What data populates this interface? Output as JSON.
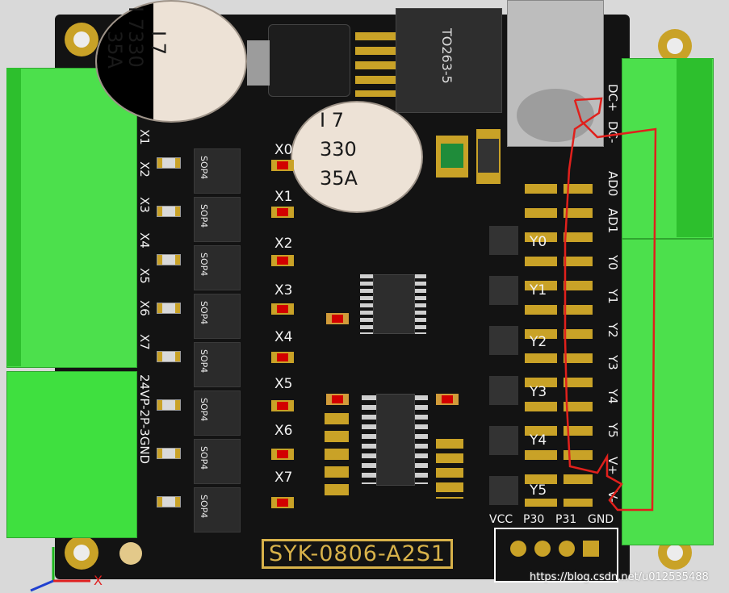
{
  "board": {
    "name": "SYK-0806-A2S1",
    "inputs": [
      "X0",
      "X1",
      "X2",
      "X3",
      "X4",
      "X5",
      "X6",
      "X7"
    ],
    "input_side_labels": [
      "X1",
      "X2",
      "X3",
      "X4",
      "X5",
      "X6",
      "X7"
    ],
    "power_side_label": "24VP-2P-3GND",
    "outputs": [
      "Y0",
      "Y1",
      "Y2",
      "Y3",
      "Y4",
      "Y5"
    ],
    "right_labels": [
      "DC+",
      "DC-",
      "AD0",
      "AD1",
      "Y0",
      "Y1",
      "Y2",
      "Y3",
      "Y4",
      "Y5",
      "V+",
      "V-"
    ],
    "header_pins": [
      "VCC",
      "P30",
      "P31",
      "GND"
    ],
    "sop_label": "SOP4",
    "regulator": "TO263-5",
    "capacitor_text": [
      "I 7",
      "330",
      "35A"
    ],
    "axis_x": "X"
  },
  "watermark": "https://blog.csdn.net/u012535488",
  "colors": {
    "board": "#131313",
    "terminal": "#4ce04c",
    "silk": "#f2f2f2",
    "pad": "#c9a227",
    "trace": "#e0201c"
  }
}
